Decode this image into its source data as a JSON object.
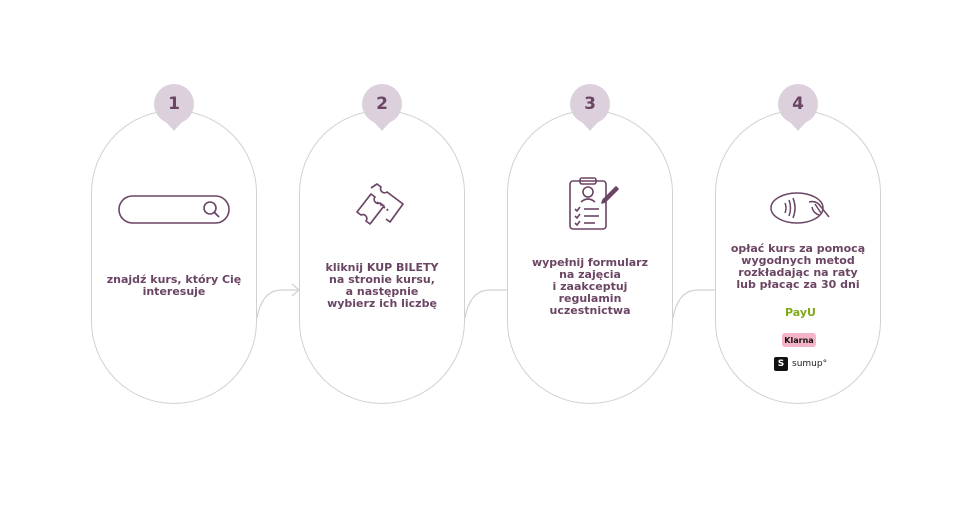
{
  "steps": [
    {
      "number": "1",
      "text": "znajdź kurs, który Cię\ninteresuje",
      "icon": "search-bar-icon"
    },
    {
      "number": "2",
      "text": "kliknij KUP BILETY\nna stronie kursu,\na następnie\nwybierz ich liczbę",
      "icon": "tickets-icon"
    },
    {
      "number": "3",
      "text": "wypełnij formularz\nna zajęcia\ni zaakceptuj\nregulamin\nuczestnictwa",
      "icon": "clipboard-form-icon"
    },
    {
      "number": "4",
      "text": "opłać kurs za pomocą\nwygodnych metod\nrozkładając na raty\nlub płacąc za 30 dni",
      "icon": "contactless-payment-icon"
    }
  ],
  "payment_logos": {
    "payu": "PayU",
    "klarna": "Klarna",
    "sumup": "sumup°"
  },
  "colors": {
    "primary": "#6b4564",
    "badge": "#dcd0dd",
    "outline": "#d3d0d4"
  }
}
